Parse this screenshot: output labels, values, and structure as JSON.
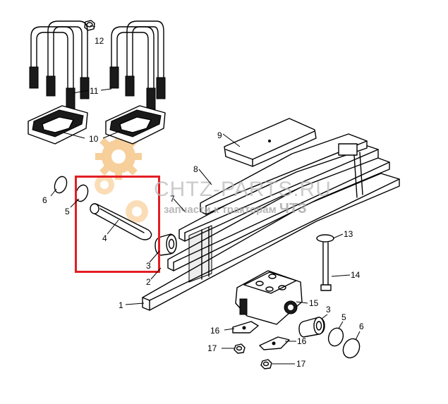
{
  "watermark": {
    "brand": "CHTZ-PARTS.RU",
    "tagline_prefix": "запчасти к тракторам ",
    "tagline_suffix": "ЧТЗ",
    "logo_color": "#f2a84a"
  },
  "highlight": {
    "color": "#e31e24",
    "target_part": "4"
  },
  "callouts": {
    "p1": "1",
    "p2": "2",
    "p3a": "3",
    "p3b": "3",
    "p4": "4",
    "p5a": "5",
    "p5b": "5",
    "p6a": "6",
    "p6b": "6",
    "p7": "7",
    "p8": "8",
    "p9": "9",
    "p10": "10",
    "p11": "11",
    "p12": "12",
    "p13": "13",
    "p14": "14",
    "p15": "15",
    "p16a": "16",
    "p16b": "16",
    "p17a": "17",
    "p17b": "17"
  }
}
